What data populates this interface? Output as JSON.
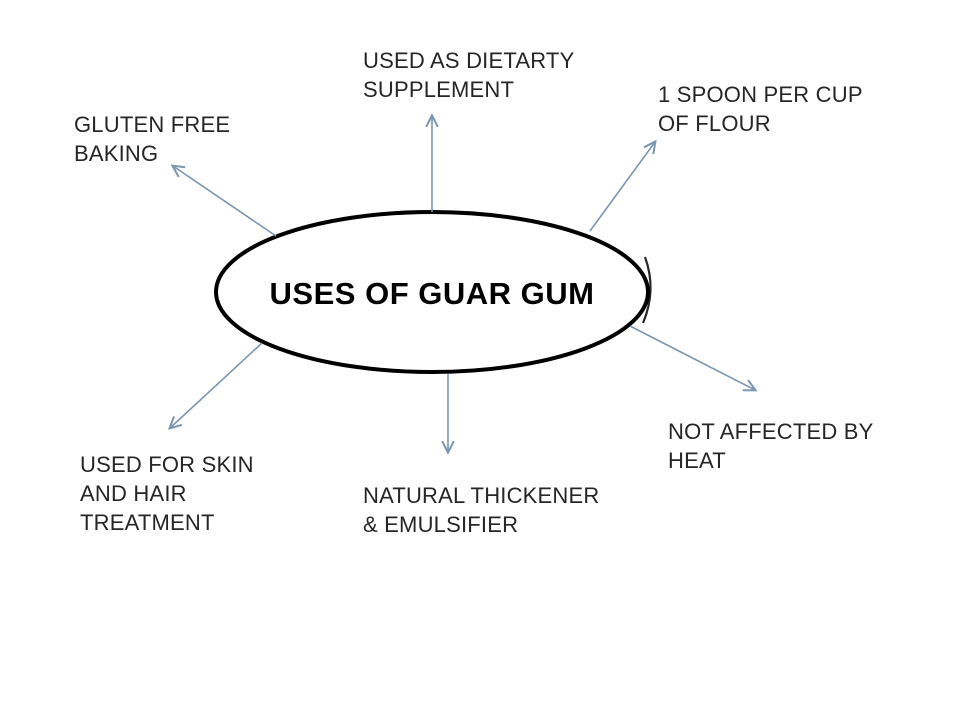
{
  "colors": {
    "arrow": "#7a96b0",
    "text": "#262626",
    "stroke": "#000000"
  },
  "diagram": {
    "center": {
      "label": "USES OF GUAR GUM"
    },
    "nodes": [
      {
        "id": "dietary-supplement",
        "label": "USED AS DIETARTY\nSUPPLEMENT"
      },
      {
        "id": "spoon-per-cup",
        "label": "1 SPOON PER CUP\nOF FLOUR"
      },
      {
        "id": "gluten-free-baking",
        "label": "GLUTEN FREE\nBAKING"
      },
      {
        "id": "skin-hair-treatment",
        "label": "USED FOR SKIN\nAND HAIR\nTREATMENT"
      },
      {
        "id": "natural-thickener",
        "label": "NATURAL THICKENER\n& EMULSIFIER"
      },
      {
        "id": "not-affected-heat",
        "label": "NOT AFFECTED BY\nHEAT"
      }
    ]
  }
}
